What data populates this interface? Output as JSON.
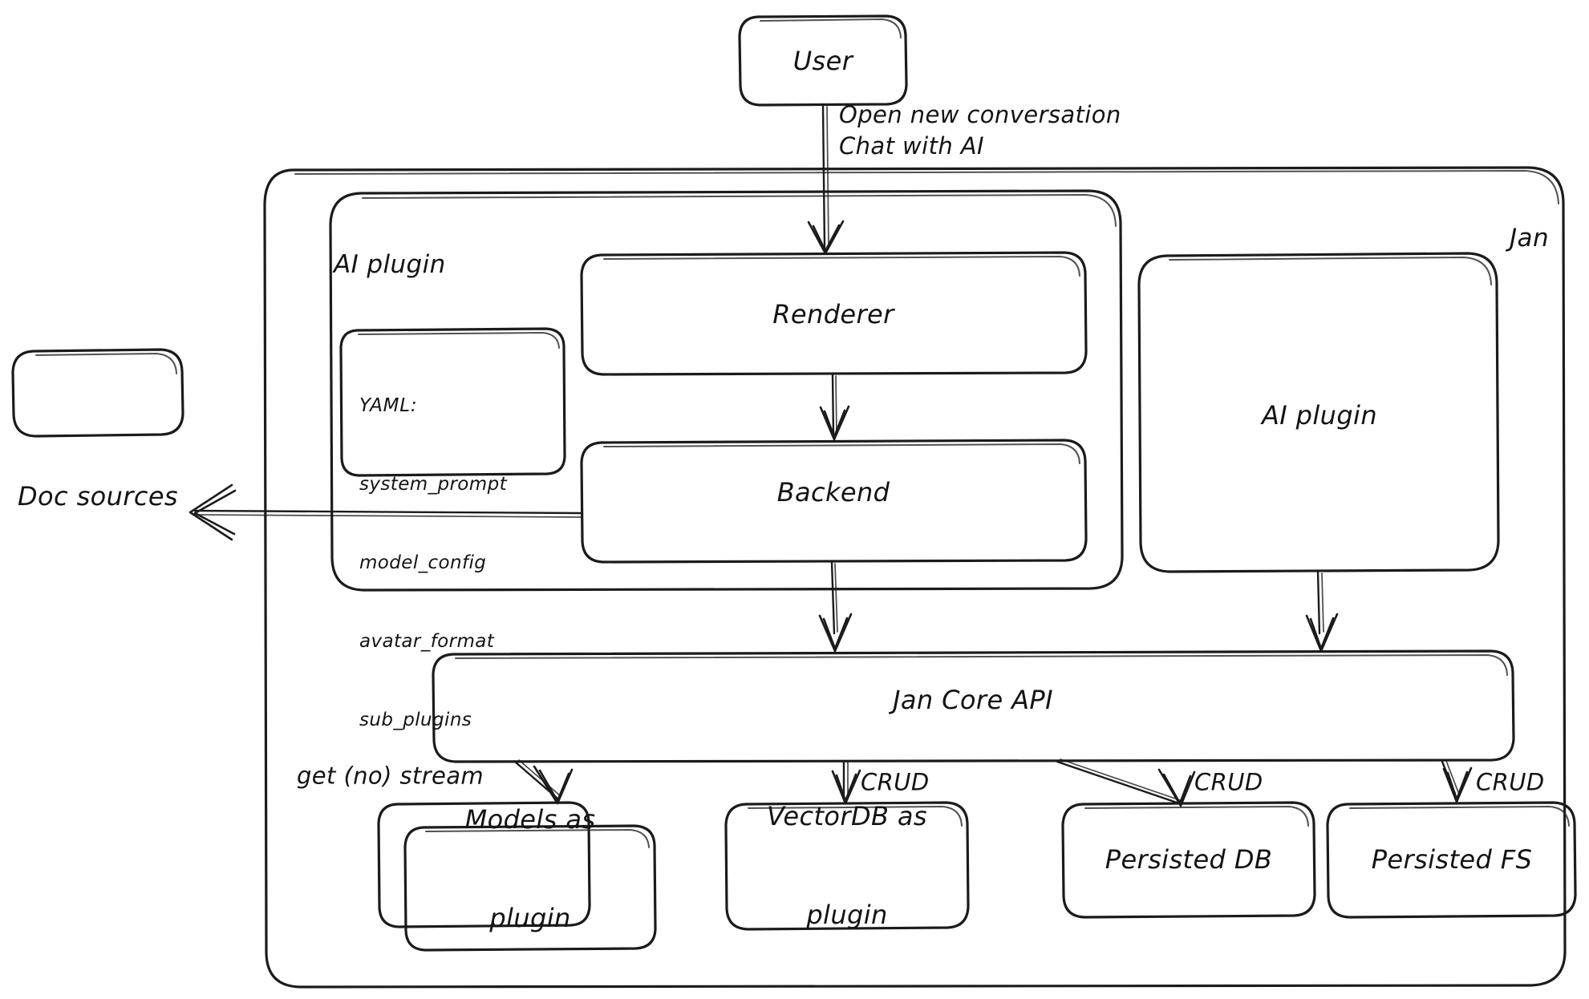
{
  "diagram": {
    "title_label": "Jan",
    "style": {
      "stroke": "#1b1b1b",
      "background": "#ffffff"
    },
    "nodes": {
      "user": {
        "label": "User"
      },
      "renderer": {
        "label": "Renderer"
      },
      "backend": {
        "label": "Backend"
      },
      "ai_plugin_group": {
        "label": "AI plugin"
      },
      "ai_plugin_box": {
        "label": "AI plugin"
      },
      "doc_sources": {
        "label": "Doc sources"
      },
      "jan_core_api": {
        "label": "Jan Core API"
      },
      "models_as_plugin": {
        "line1": "Models as",
        "line2": "plugin"
      },
      "vectordb_as_plugin": {
        "line1": "VectorDB as",
        "line2": "plugin"
      },
      "persisted_db": {
        "label": "Persisted DB"
      },
      "persisted_fs": {
        "label": "Persisted FS"
      }
    },
    "yaml_card": {
      "header": "YAML:",
      "items": [
        "system_prompt",
        "model_config",
        "avatar_format",
        "sub_plugins"
      ]
    },
    "edge_labels": {
      "user_to_renderer": "Open new conversation\nChat with AI",
      "core_to_models": "get (no) stream",
      "core_to_vectordb": "CRUD",
      "core_to_persisted_db": "CRUD",
      "core_to_persisted_fs": "CRUD"
    }
  }
}
